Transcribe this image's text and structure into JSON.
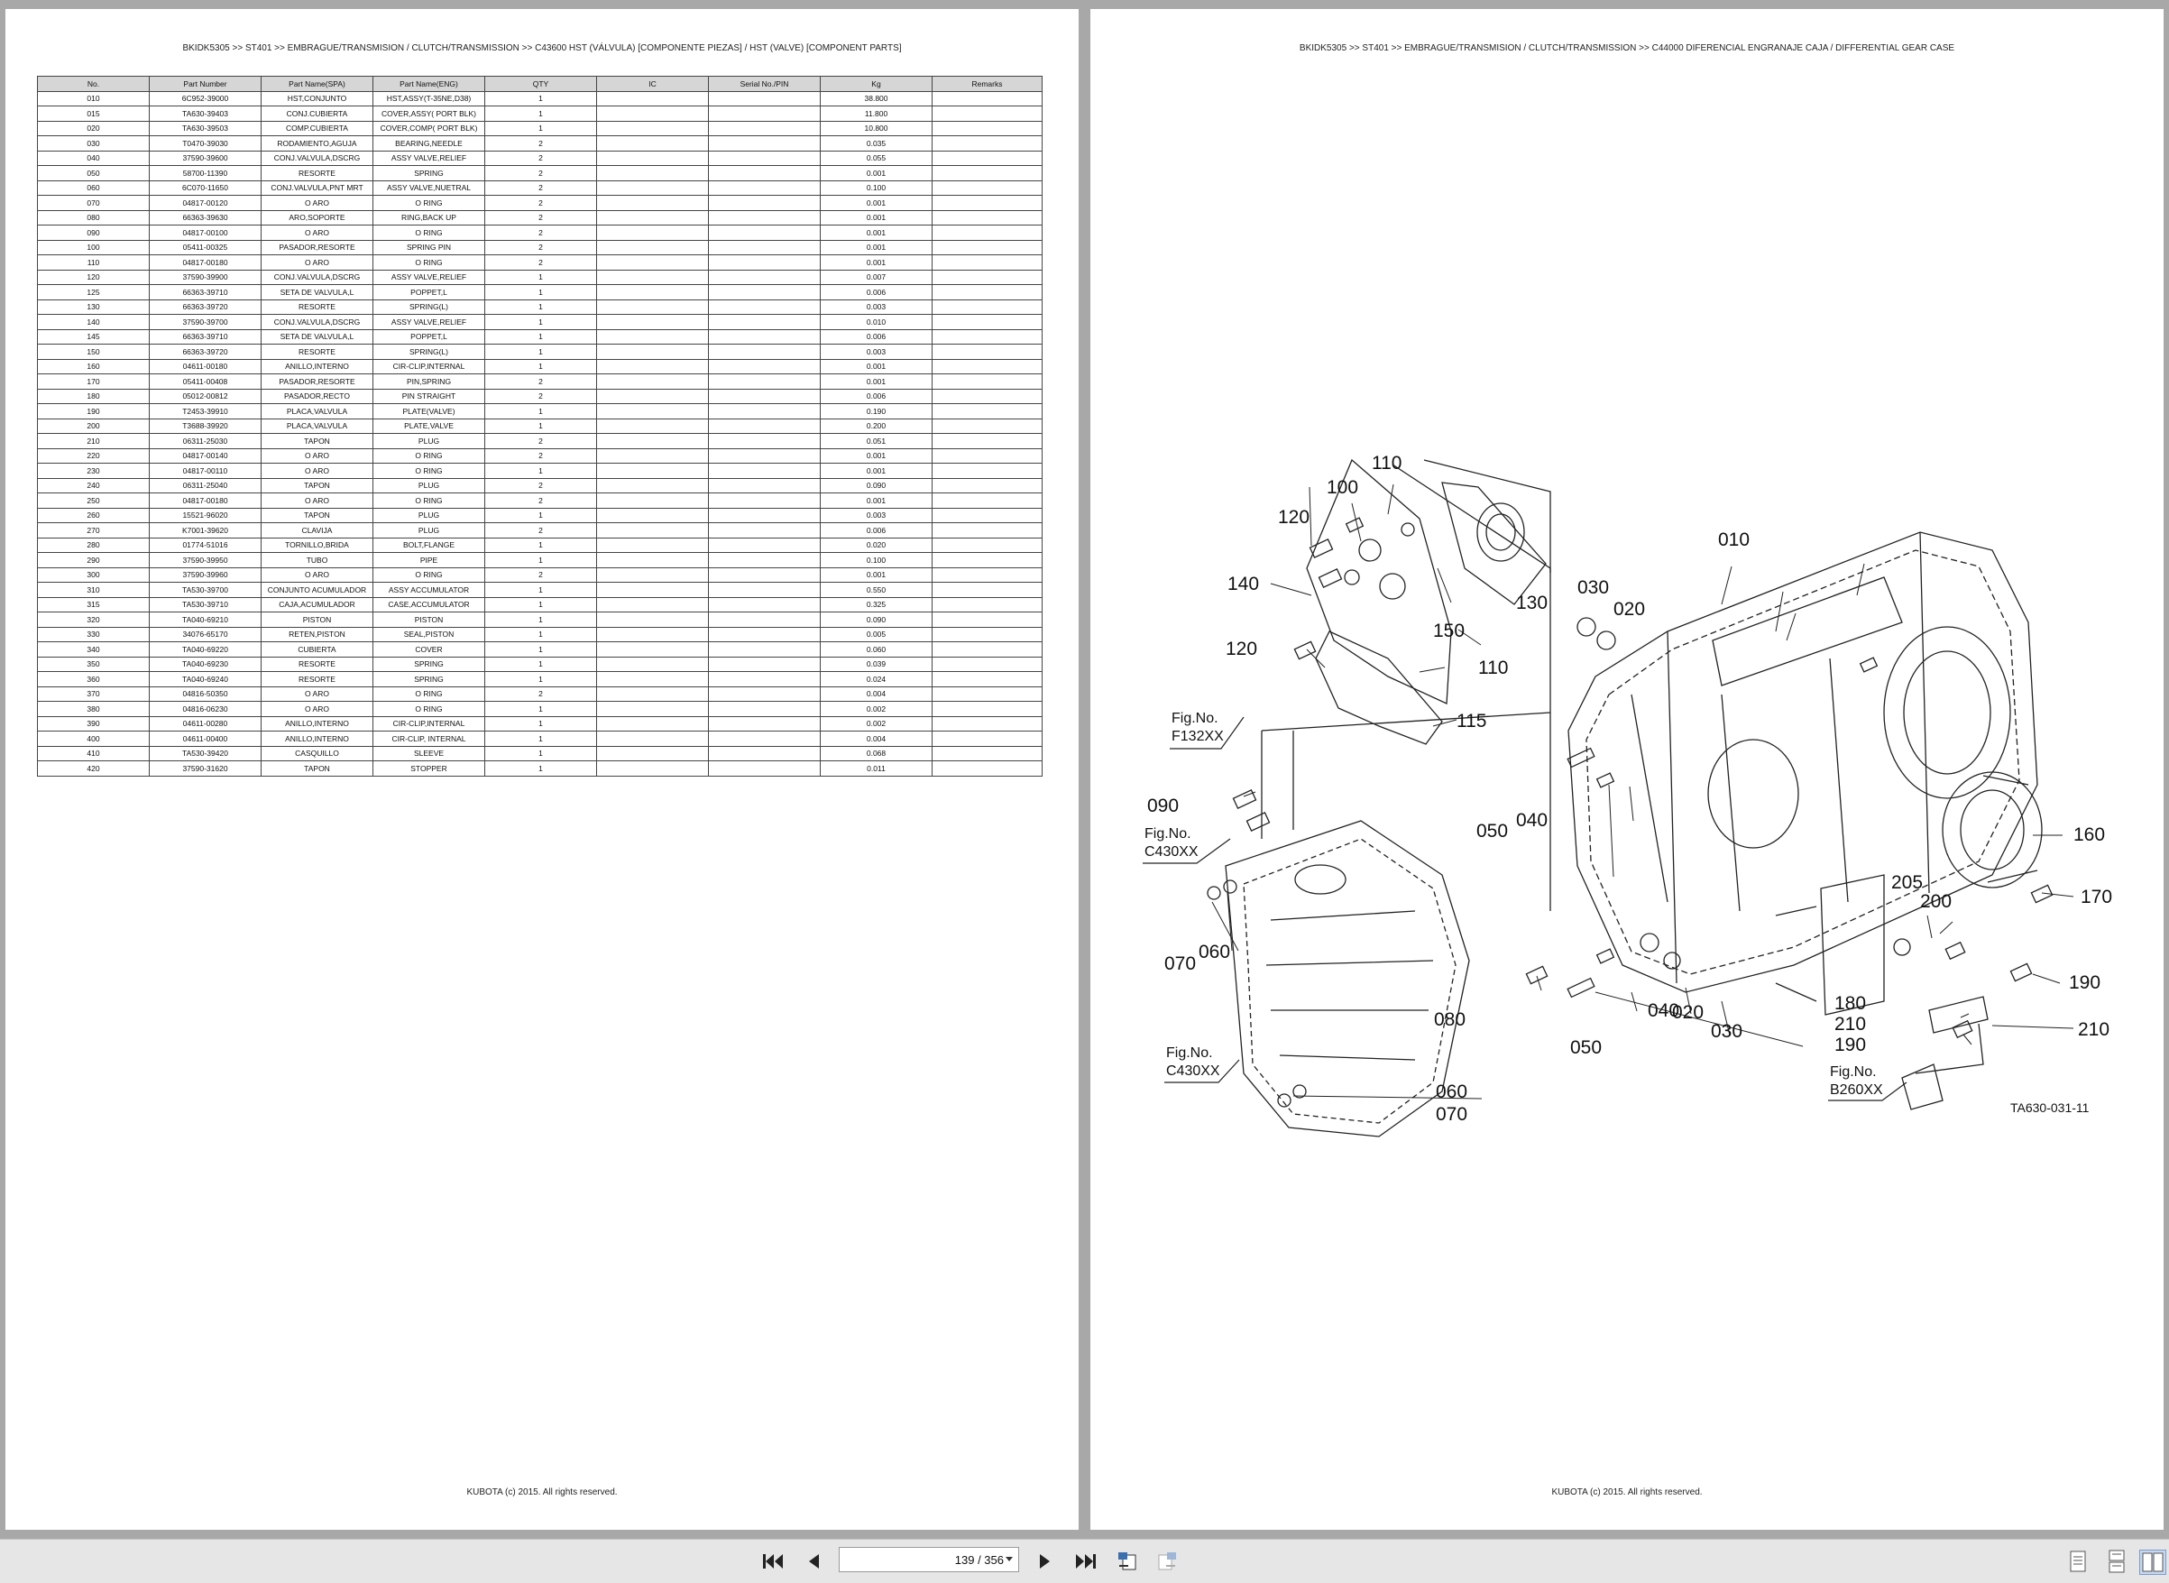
{
  "left_page": {
    "breadcrumb": "BKIDK5305 >> ST401 >> EMBRAGUE/TRANSMISION / CLUTCH/TRANSMISSION >> C43600   HST (VÁLVULA) [COMPONENTE PIEZAS] / HST (VALVE) [COMPONENT PARTS]",
    "footer": "KUBOTA (c) 2015. All rights reserved.",
    "columns": [
      "No.",
      "Part Number",
      "Part Name(SPA)",
      "Part Name(ENG)",
      "QTY",
      "IC",
      "Serial No./PIN",
      "Kg",
      "Remarks"
    ],
    "rows": [
      [
        "010",
        "6C952-39000",
        "HST,CONJUNTO",
        "HST,ASSY(T-35NE,D38)",
        "1",
        "",
        "",
        "38.800",
        ""
      ],
      [
        "015",
        "TA630-39403",
        "CONJ.CUBIERTA",
        "COVER,ASSY( PORT BLK)",
        "1",
        "",
        "",
        "11.800",
        ""
      ],
      [
        "020",
        "TA630-39503",
        "COMP.CUBIERTA",
        "COVER,COMP( PORT BLK)",
        "1",
        "",
        "",
        "10.800",
        ""
      ],
      [
        "030",
        "T0470-39030",
        "RODAMIENTO,AGUJA",
        "BEARING,NEEDLE",
        "2",
        "",
        "",
        "0.035",
        ""
      ],
      [
        "040",
        "37590-39600",
        "CONJ.VALVULA,DSCRG",
        "ASSY VALVE,RELIEF",
        "2",
        "",
        "",
        "0.055",
        ""
      ],
      [
        "050",
        "58700-11390",
        "RESORTE",
        "SPRING",
        "2",
        "",
        "",
        "0.001",
        ""
      ],
      [
        "060",
        "6C070-11650",
        "CONJ.VALVULA,PNT MRT",
        "ASSY VALVE,NUETRAL",
        "2",
        "",
        "",
        "0.100",
        ""
      ],
      [
        "070",
        "04817-00120",
        "O ARO",
        "O RING",
        "2",
        "",
        "",
        "0.001",
        ""
      ],
      [
        "080",
        "66363-39630",
        "ARO,SOPORTE",
        "RING,BACK UP",
        "2",
        "",
        "",
        "0.001",
        ""
      ],
      [
        "090",
        "04817-00100",
        "O ARO",
        "O RING",
        "2",
        "",
        "",
        "0.001",
        ""
      ],
      [
        "100",
        "05411-00325",
        "PASADOR,RESORTE",
        "SPRING PIN",
        "2",
        "",
        "",
        "0.001",
        ""
      ],
      [
        "110",
        "04817-00180",
        "O ARO",
        "O RING",
        "2",
        "",
        "",
        "0.001",
        ""
      ],
      [
        "120",
        "37590-39900",
        "CONJ.VALVULA,DSCRG",
        "ASSY VALVE,RELIEF",
        "1",
        "",
        "",
        "0.007",
        ""
      ],
      [
        "125",
        "66363-39710",
        "SETA DE VALVULA,L",
        "POPPET,L",
        "1",
        "",
        "",
        "0.006",
        ""
      ],
      [
        "130",
        "66363-39720",
        "RESORTE",
        "SPRING(L)",
        "1",
        "",
        "",
        "0.003",
        ""
      ],
      [
        "140",
        "37590-39700",
        "CONJ.VALVULA,DSCRG",
        "ASSY VALVE,RELIEF",
        "1",
        "",
        "",
        "0.010",
        ""
      ],
      [
        "145",
        "66363-39710",
        "SETA DE VALVULA,L",
        "POPPET,L",
        "1",
        "",
        "",
        "0.006",
        ""
      ],
      [
        "150",
        "66363-39720",
        "RESORTE",
        "SPRING(L)",
        "1",
        "",
        "",
        "0.003",
        ""
      ],
      [
        "160",
        "04611-00180",
        "ANILLO,INTERNO",
        "CIR-CLIP,INTERNAL",
        "1",
        "",
        "",
        "0.001",
        ""
      ],
      [
        "170",
        "05411-00408",
        "PASADOR,RESORTE",
        "PIN,SPRING",
        "2",
        "",
        "",
        "0.001",
        ""
      ],
      [
        "180",
        "05012-00812",
        "PASADOR,RECTO",
        "PIN STRAIGHT",
        "2",
        "",
        "",
        "0.006",
        ""
      ],
      [
        "190",
        "T2453-39910",
        "PLACA,VALVULA",
        "PLATE(VALVE)",
        "1",
        "",
        "",
        "0.190",
        ""
      ],
      [
        "200",
        "T3688-39920",
        "PLACA,VALVULA",
        "PLATE,VALVE",
        "1",
        "",
        "",
        "0.200",
        ""
      ],
      [
        "210",
        "06311-25030",
        "TAPON",
        "PLUG",
        "2",
        "",
        "",
        "0.051",
        ""
      ],
      [
        "220",
        "04817-00140",
        "O ARO",
        "O RING",
        "2",
        "",
        "",
        "0.001",
        ""
      ],
      [
        "230",
        "04817-00110",
        "O ARO",
        "O RING",
        "1",
        "",
        "",
        "0.001",
        ""
      ],
      [
        "240",
        "06311-25040",
        "TAPON",
        "PLUG",
        "2",
        "",
        "",
        "0.090",
        ""
      ],
      [
        "250",
        "04817-00180",
        "O ARO",
        "O RING",
        "2",
        "",
        "",
        "0.001",
        ""
      ],
      [
        "260",
        "15521-96020",
        "TAPON",
        "PLUG",
        "1",
        "",
        "",
        "0.003",
        ""
      ],
      [
        "270",
        "K7001-39620",
        "CLAVIJA",
        "PLUG",
        "2",
        "",
        "",
        "0.006",
        ""
      ],
      [
        "280",
        "01774-51016",
        "TORNILLO,BRIDA",
        "BOLT,FLANGE",
        "1",
        "",
        "",
        "0.020",
        ""
      ],
      [
        "290",
        "37590-39950",
        "TUBO",
        "PIPE",
        "1",
        "",
        "",
        "0.100",
        ""
      ],
      [
        "300",
        "37590-39960",
        "O ARO",
        "O RING",
        "2",
        "",
        "",
        "0.001",
        ""
      ],
      [
        "310",
        "TA530-39700",
        "CONJUNTO ACUMULADOR",
        "ASSY ACCUMULATOR",
        "1",
        "",
        "",
        "0.550",
        ""
      ],
      [
        "315",
        "TA530-39710",
        "CAJA,ACUMULADOR",
        "CASE,ACCUMULATOR",
        "1",
        "",
        "",
        "0.325",
        ""
      ],
      [
        "320",
        "TA040-69210",
        "PISTON",
        "PISTON",
        "1",
        "",
        "",
        "0.090",
        ""
      ],
      [
        "330",
        "34076-65170",
        "RETEN,PISTON",
        "SEAL,PISTON",
        "1",
        "",
        "",
        "0.005",
        ""
      ],
      [
        "340",
        "TA040-69220",
        "CUBIERTA",
        "COVER",
        "1",
        "",
        "",
        "0.060",
        ""
      ],
      [
        "350",
        "TA040-69230",
        "RESORTE",
        "SPRING",
        "1",
        "",
        "",
        "0.039",
        ""
      ],
      [
        "360",
        "TA040-69240",
        "RESORTE",
        "SPRING",
        "1",
        "",
        "",
        "0.024",
        ""
      ],
      [
        "370",
        "04816-50350",
        "O ARO",
        "O RING",
        "2",
        "",
        "",
        "0.004",
        ""
      ],
      [
        "380",
        "04816-06230",
        "O ARO",
        "O RING",
        "1",
        "",
        "",
        "0.002",
        ""
      ],
      [
        "390",
        "04611-00280",
        "ANILLO,INTERNO",
        "CIR-CLIP,INTERNAL",
        "1",
        "",
        "",
        "0.002",
        ""
      ],
      [
        "400",
        "04611-00400",
        "ANILLO,INTERNO",
        "CIR-CLIP, INTERNAL",
        "1",
        "",
        "",
        "0.004",
        ""
      ],
      [
        "410",
        "TA530-39420",
        "CASQUILLO",
        "SLEEVE",
        "1",
        "",
        "",
        "0.068",
        ""
      ],
      [
        "420",
        "37590-31620",
        "TAPON",
        "STOPPER",
        "1",
        "",
        "",
        "0.011",
        ""
      ]
    ]
  },
  "right_page": {
    "breadcrumb": "BKIDK5305 >> ST401 >> EMBRAGUE/TRANSMISION / CLUTCH/TRANSMISSION >> C44000   DIFERENCIAL ENGRANAJE CAJA / DIFFERENTIAL GEAR CASE",
    "footer": "KUBOTA (c) 2015. All rights reserved.",
    "drawing_code": "TA630-031-11",
    "callouts": {
      "c110a": "110",
      "c100": "100",
      "c120a": "120",
      "c140": "140",
      "c150": "150",
      "c130": "130",
      "c120b": "120",
      "c110b": "110",
      "c115": "115",
      "c010": "010",
      "c030a": "030",
      "c020a": "020",
      "c050a": "050",
      "c040a": "040",
      "c090": "090",
      "c070a": "070",
      "c060a": "060",
      "c160": "160",
      "c170": "170",
      "c205": "205",
      "c200": "200",
      "c190a": "190",
      "c180": "180",
      "c210a": "210",
      "c190b": "190",
      "c210b": "210",
      "c040b": "040",
      "c020b": "020",
      "c030b": "030",
      "c080": "080",
      "c050b": "050",
      "c060b": "060",
      "c070b": "070"
    },
    "fig_refs": {
      "f132_1": "Fig.No.",
      "f132_2": "F132XX",
      "c430a_1": "Fig.No.",
      "c430a_2": "C430XX",
      "c430b_1": "Fig.No.",
      "c430b_2": "C430XX",
      "b260_1": "Fig.No.",
      "b260_2": "B260XX"
    }
  },
  "toolbar": {
    "page_indicator": "139 / 356",
    "icons": [
      "first-page-icon",
      "previous-page-icon",
      "next-page-icon",
      "last-page-icon",
      "rotate-left-icon",
      "rotate-right-icon",
      "single-page-view-icon",
      "continuous-view-icon",
      "facing-pages-view-icon"
    ]
  }
}
